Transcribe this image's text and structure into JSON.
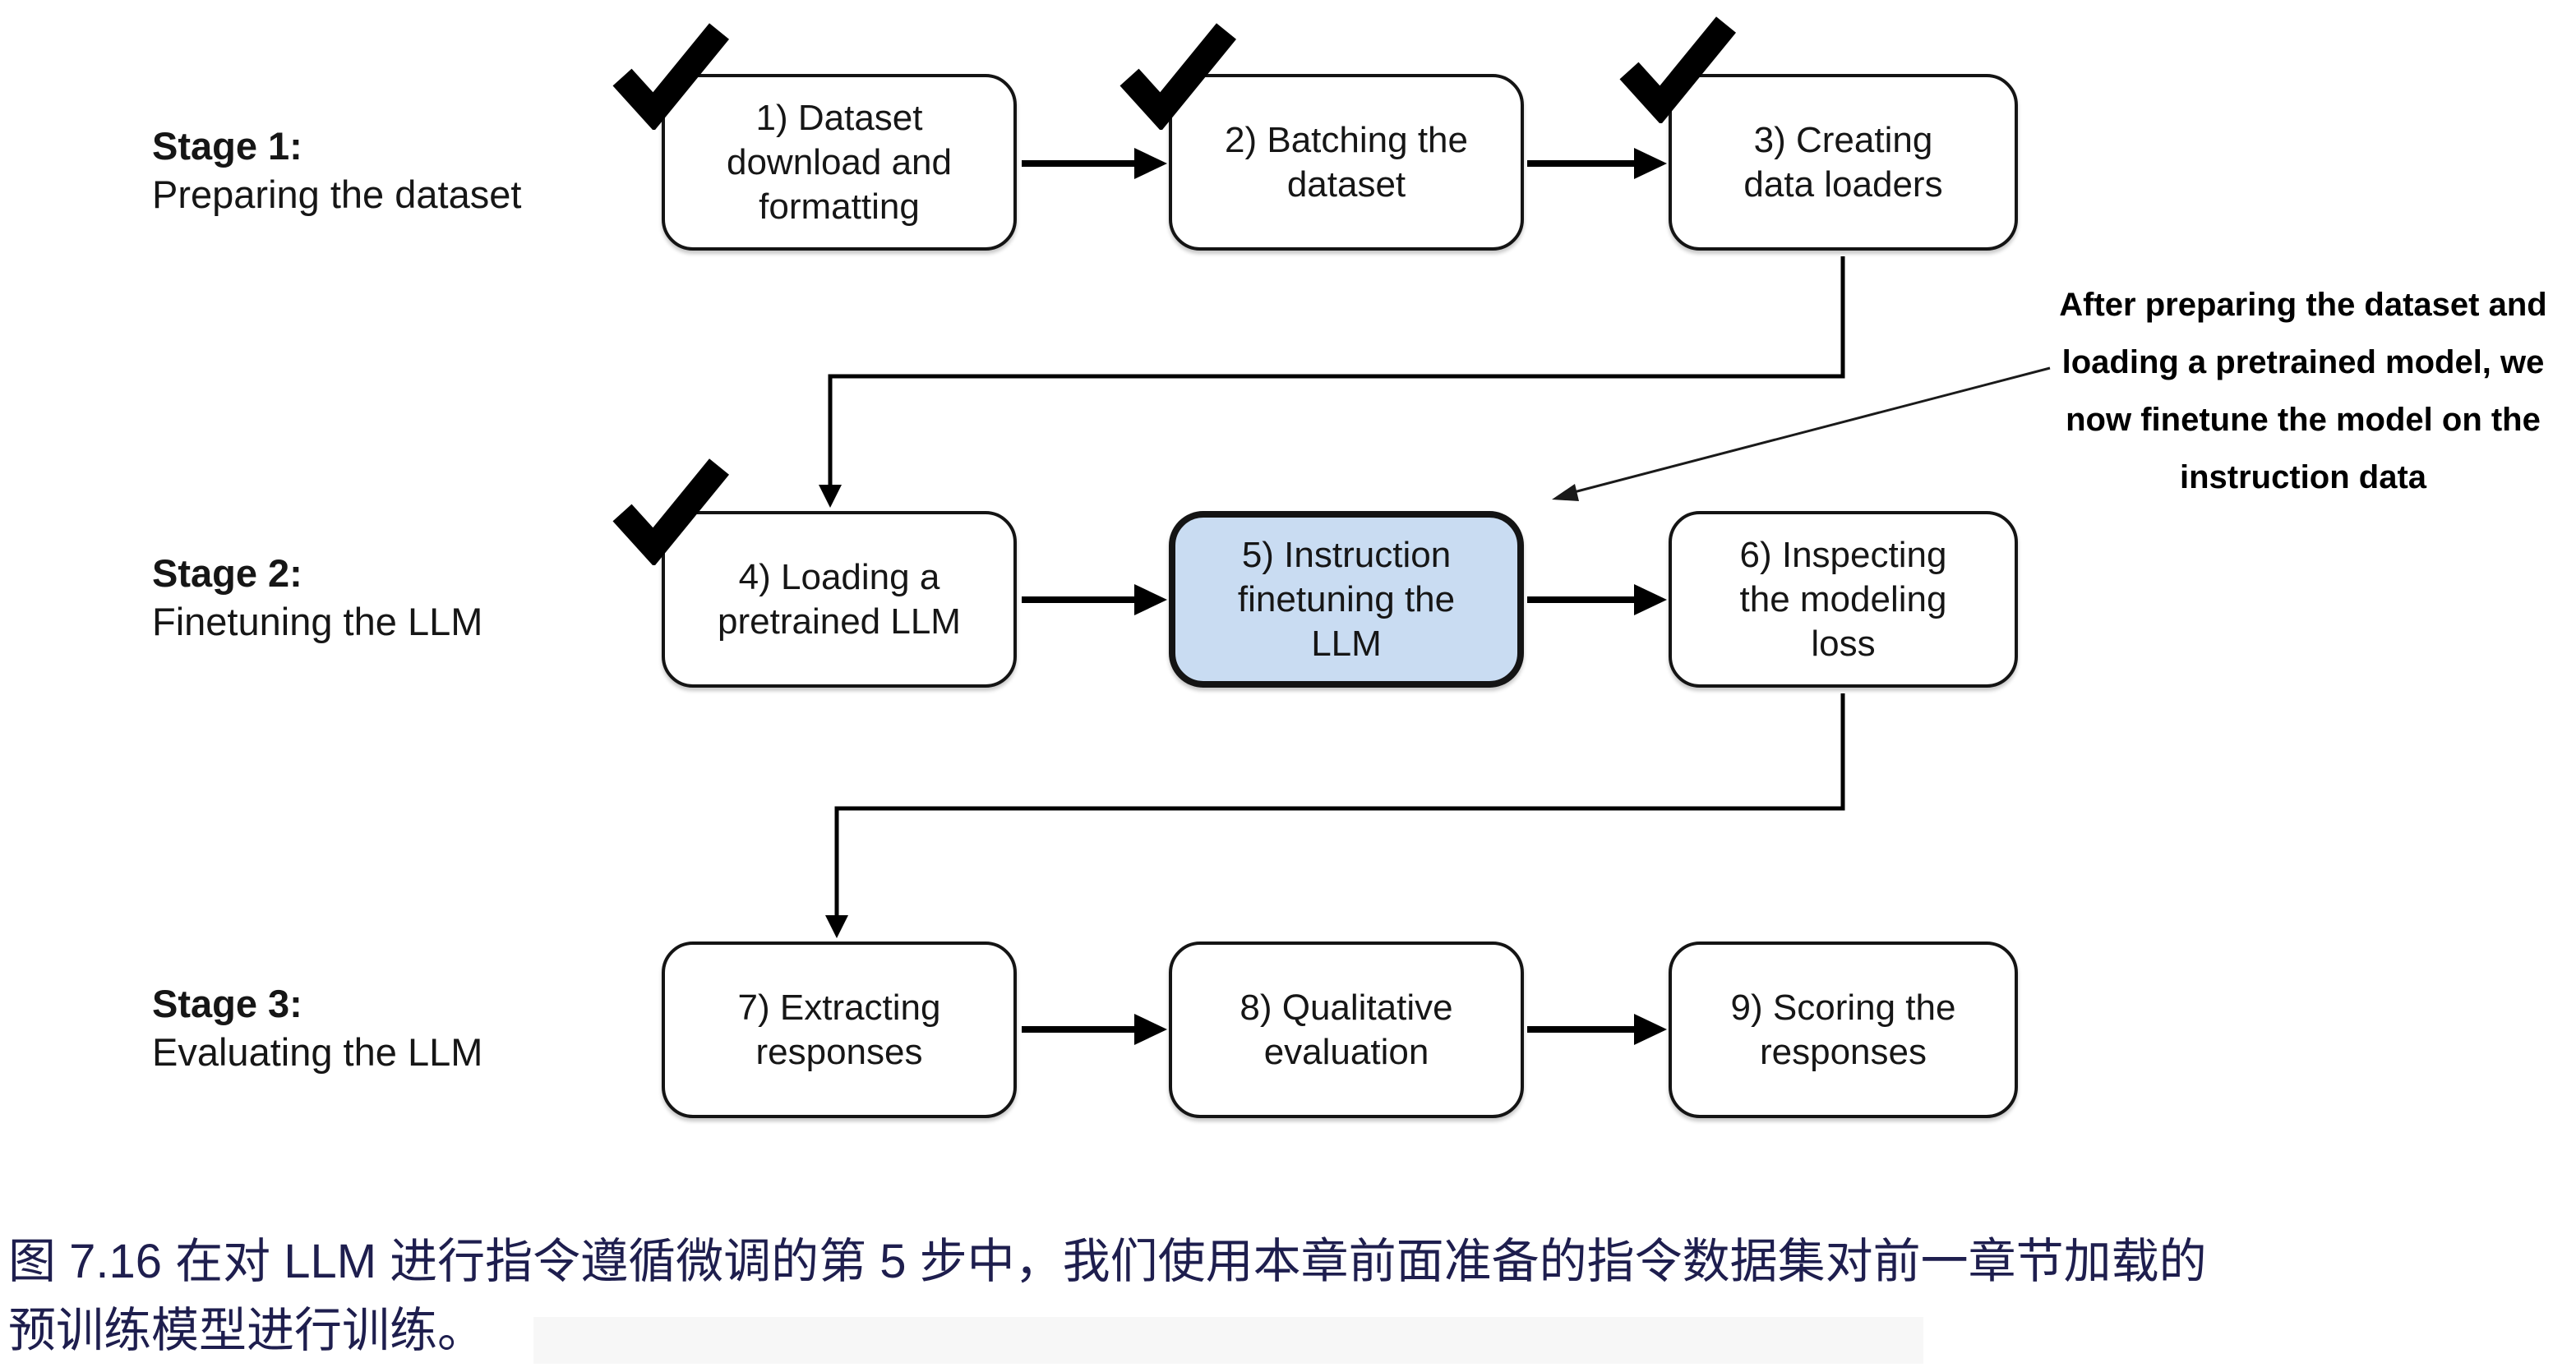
{
  "stages": [
    {
      "title": "Stage 1:",
      "subtitle": "Preparing the dataset"
    },
    {
      "title": "Stage 2:",
      "subtitle": "Finetuning the LLM"
    },
    {
      "title": "Stage 3:",
      "subtitle": "Evaluating the LLM"
    }
  ],
  "boxes": [
    {
      "label": "1) Dataset\ndownload and\nformatting",
      "checked": true,
      "highlighted": false
    },
    {
      "label": "2) Batching the\ndataset",
      "checked": true,
      "highlighted": false
    },
    {
      "label": "3) Creating\ndata loaders",
      "checked": true,
      "highlighted": false
    },
    {
      "label": "4) Loading a\npretrained LLM",
      "checked": true,
      "highlighted": false
    },
    {
      "label": "5) Instruction\nfinetuning the\nLLM",
      "checked": false,
      "highlighted": true
    },
    {
      "label": "6) Inspecting\nthe modeling\nloss",
      "checked": false,
      "highlighted": false
    },
    {
      "label": "7) Extracting\nresponses",
      "checked": false,
      "highlighted": false
    },
    {
      "label": "8) Qualitative\nevaluation",
      "checked": false,
      "highlighted": false
    },
    {
      "label": "9) Scoring the\nresponses",
      "checked": false,
      "highlighted": false
    }
  ],
  "annotation": {
    "text": "After preparing the dataset and\nloading a pretrained model, we\nnow finetune the model on the\ninstruction data"
  },
  "caption": {
    "text": "图 7.16 在对 LLM 进行指令遵循微调的第 5 步中，我们使用本章前面准备的指令数据集对前一章节加载的\n预训练模型进行训练。"
  },
  "icons": {
    "checkmark": "✓"
  },
  "colors": {
    "highlight_fill": "#c9dcf2",
    "caption_text": "#1e1e4e",
    "diagram_ink": "#000000"
  }
}
